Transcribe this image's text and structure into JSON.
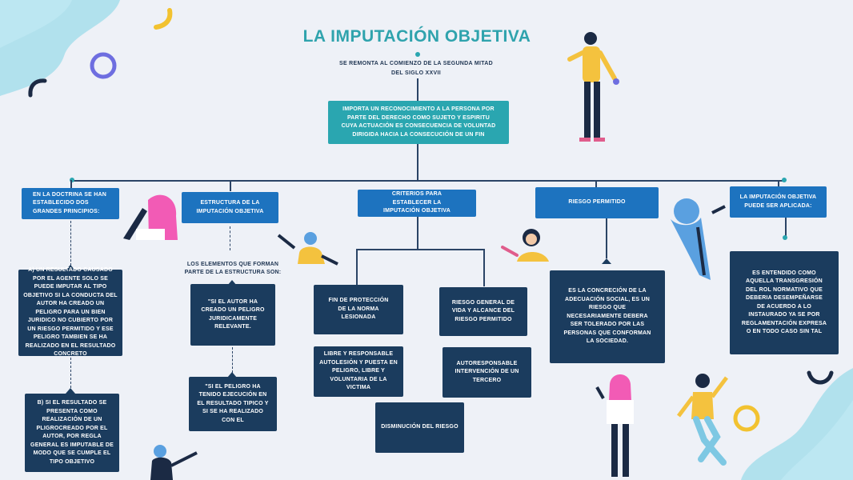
{
  "title": "LA IMPUTACIÓN OBJETIVA",
  "subtitle_line1": "SE REMONTA AL COMIENZO DE LA SEGUNDA MITAD",
  "subtitle_line2": "DEL SIGLO XXVII",
  "central_box": "IMPORTA UN RECONOCIMIENTO A LA PERSONA POR PARTE DEL DERECHO COMO SUJETO Y ESPIRITU CUYA ACTUACIÓN ES CONSECUENCIA DE VOLUNTAD DIRIGIDA HACIA LA CONSECUCIÓN DE UN FIN",
  "branches": {
    "doctrina": {
      "header": "EN LA DOCTRINA SE HAN ESTABLECIDO DOS GRANDES PRINCIPIOS:",
      "principle_a": "A) UN RESULTADO CAUSADO POR EL AGENTE SOLO SE PUEDE IMPUTAR AL TIPO OBJETIVO SI LA CONDUCTA DEL AUTOR HA CREADO UN PELIGRO PARA UN BIEN JURIDICO NO CUBIERTO POR UN RIESGO PERMITIDO Y ESE PELIGRO TAMBIEN SE HA REALIZADO EN EL RESULTADO CONCRETO",
      "principle_b": "B) SI EL RESULTADO SE PRESENTA COMO REALIZACIÓN DE UN PLIGROCREADO POR EL AUTOR, POR REGLA GENERAL ES IMPUTABLE DE MODO QUE SE CUMPLE EL TIPO OBJETIVO"
    },
    "estructura": {
      "header": "ESTRUCTURA DE LA IMPUTACIÓN OBJETIVA",
      "intro": "LOS ELEMENTOS QUE FORMAN PARTE DE LA ESTRUCTURA SON:",
      "element_1": "\"SI EL AUTOR HA CREADO UN PELIGRO JURIDICAMENTE RELEVANTE.",
      "element_2": "\"SI EL PELIGRO HA TENIDO EJECUCIÓN EN EL RESULTADO TIPICO Y SI SE HA REALIZADO CON EL"
    },
    "criterios": {
      "header": "CRITERIOS PARA ESTABLECER LA IMPUTACIÓN OBJETIVA",
      "left_item": "FIN DE PROTECCIÓN DE LA NORMA LESIONADA",
      "left_sub": "LIBRE Y RESPONSABLE AUTOLESIÓN Y PUESTA EN PELIGRO, LIBRE Y VOLUNTARIA DE LA VICTIMA",
      "right_item": "RIESGO GENERAL DE VIDA Y ALCANCE DEL RIESGO PERMITIDO",
      "right_sub": "AUTORESPONSABLE INTERVENCIÓN DE UN TERCERO",
      "bottom_item": "DISMINUCIÓN DEL RIESGO"
    },
    "riesgo": {
      "header": "RIESGO PERMITIDO",
      "detail": "ES LA CONCRECIÓN DE LA ADECUACIÓN SOCIAL, ES UN RIESGO QUE NECESARIAMENTE DEBERA SER TOLERADO POR LAS PERSONAS QUE CONFORMAN LA SOCIEDAD."
    },
    "aplicada": {
      "header": "LA IMPUTACIÓN OBJETIVA PUEDE SER APLICADA:",
      "detail": "ES ENTENDIDO COMO AQUELLA TRANSGRESIÓN DEL ROL NORMATIVO QUE DEBERIA DESEMPEÑARSE DE ACUERDO A LO INSTAURADO YA SE POR REGLAMENTACIÓN EXPRESA O EN TODO CASO SIN TAL"
    }
  },
  "colors": {
    "title": "#2fa3ad",
    "teal_box": "#2aa6b0",
    "blue_box": "#1d73bf",
    "navy_box": "#1b3c5e",
    "background": "#eef1f7"
  },
  "decorations": [
    "person-waving-icon",
    "woman-pink-hair-icon",
    "person-peeking-icon",
    "person-laptop-icon",
    "person-thinking-icon",
    "person-standing-icon",
    "person-dancing-icon",
    "ring-icon",
    "arc-icon"
  ]
}
